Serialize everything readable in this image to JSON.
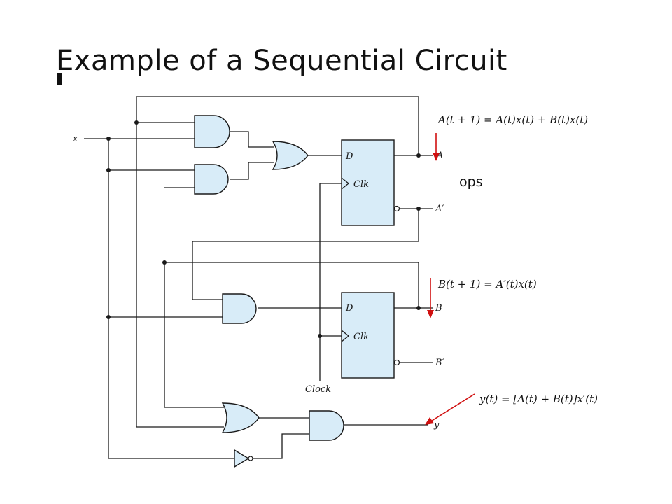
{
  "slide": {
    "title": "Example of a Sequential Circuit",
    "fragment_text": "ops"
  },
  "diagram": {
    "input_label": "x",
    "clock_label": "Clock",
    "ff_a": {
      "d_label": "D",
      "clk_label": "Clk",
      "q_label": "A",
      "qbar_label": "A′"
    },
    "ff_b": {
      "d_label": "D",
      "clk_label": "Clk",
      "q_label": "B",
      "qbar_label": "B′"
    },
    "output_label": "y",
    "equations": {
      "a_next": "A(t + 1) = A(t)x(t) + B(t)x(t)",
      "b_next": "B(t + 1) = A′(t)x(t)",
      "y_out": "y(t) = [A(t) + B(t)]x′(t)"
    },
    "colors": {
      "gate_fill": "#d8ecf8",
      "arrow": "#d01010"
    }
  }
}
